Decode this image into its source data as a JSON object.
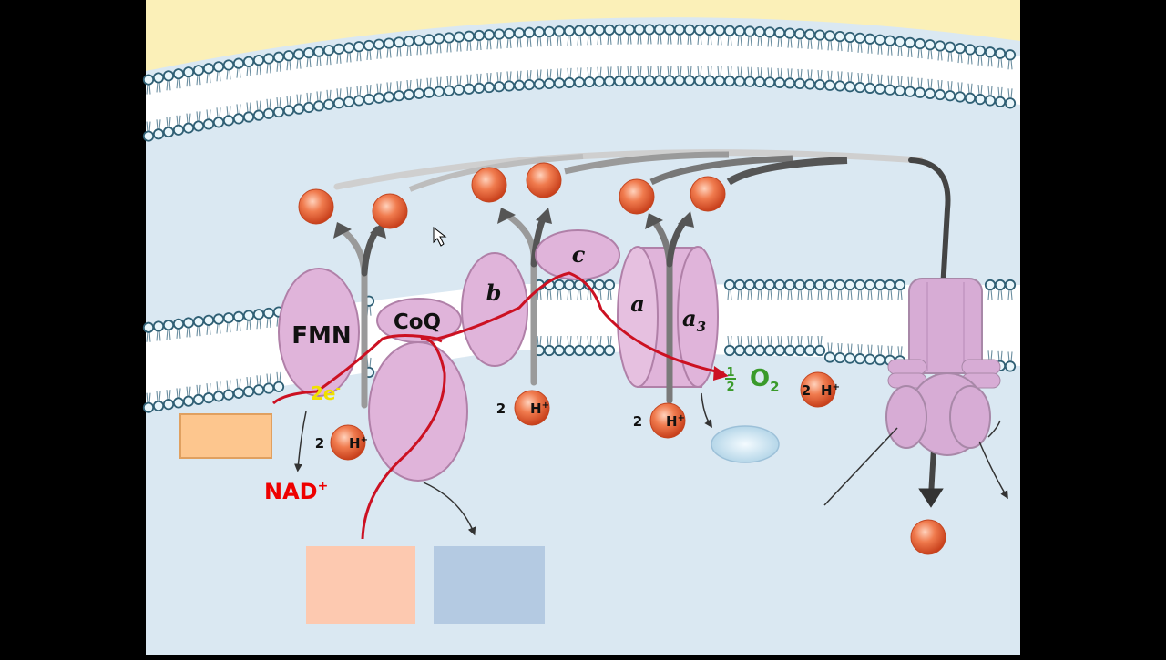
{
  "complexes": {
    "fmn": "FMN",
    "coq": "CoQ",
    "b": "b",
    "c": "c",
    "a": "a",
    "a3": "a",
    "a3_sub": "3"
  },
  "labels": {
    "electrons": "2e",
    "electrons_sup": "-",
    "nad": "NAD",
    "nad_sup": "+",
    "oxygen_frac_num": "1",
    "oxygen_frac_den": "2",
    "oxygen": "O",
    "oxygen_sub": "2",
    "proton_count": "2",
    "proton": "H",
    "proton_sup": "+"
  },
  "colors": {
    "intermembrane": "#fbf0b8",
    "matrix": "#dae8f2",
    "protein": "#e0b4da",
    "protein_edge": "#b080a8",
    "electron_path": "#cc1122",
    "proton_ball": "#e8542a",
    "arrow": "#555555",
    "nad_text": "#ee0000",
    "electron_text": "#f0e000",
    "oxygen_text": "#3a9a2a"
  }
}
